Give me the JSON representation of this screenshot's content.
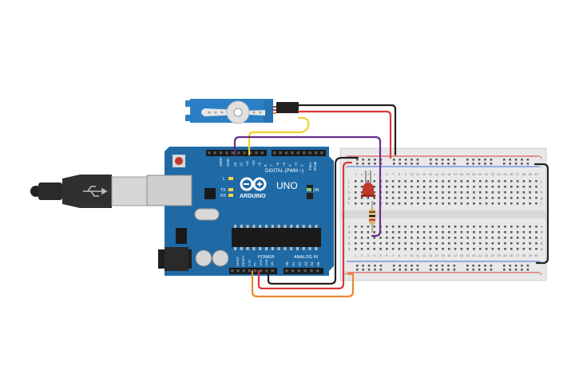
{
  "board": {
    "brand": "ARDUINO",
    "model": "UNO",
    "digital_label": "DIGITAL (PWM ~)",
    "power_label": "POWER",
    "analog_label": "ANALOG IN",
    "on_label": "ON",
    "l_label": "L",
    "tx_label": "TX",
    "rx_label": "RX",
    "aref_label": "AREF",
    "gnd_label": "GND",
    "tx_pin_label": "TX▸1",
    "rx_pin_label": "RX◂0",
    "digital_pins": [
      "13",
      "12",
      "~11",
      "~10",
      "~9",
      "8",
      "7",
      "~6",
      "~5",
      "4",
      "~3",
      "2"
    ],
    "power_pins": [
      "IOREF",
      "RESET",
      "3.3V",
      "5V",
      "GND",
      "GND",
      "Vin"
    ],
    "analog_pins": [
      "A0",
      "A1",
      "A2",
      "A3",
      "A4",
      "A5"
    ],
    "usb_icon": "usb-icon"
  },
  "breadboard": {
    "columns": [
      "1",
      "2",
      "3",
      "4",
      "5",
      "6",
      "7",
      "8",
      "9",
      "10",
      "11",
      "12",
      "13",
      "14",
      "15",
      "16",
      "17",
      "18",
      "19",
      "20",
      "21",
      "22",
      "23",
      "24",
      "25",
      "26",
      "27",
      "28",
      "29",
      "30"
    ],
    "rows_top": [
      "j",
      "i",
      "h",
      "g",
      "f"
    ],
    "rows_bottom": [
      "e",
      "d",
      "c",
      "b",
      "a"
    ],
    "plus_sign": "+",
    "minus_sign": "-"
  },
  "colors": {
    "board": "#1f6aa5",
    "board_dark": "#17588c",
    "servo": "#2c7fc4",
    "breadboard": "#e8e8e8",
    "wire_black": "#222222",
    "wire_red": "#d83a3a",
    "wire_yellow": "#f3d22b",
    "wire_purple": "#6b2d8a",
    "wire_orange": "#e9892b",
    "led": "#c0392b"
  }
}
